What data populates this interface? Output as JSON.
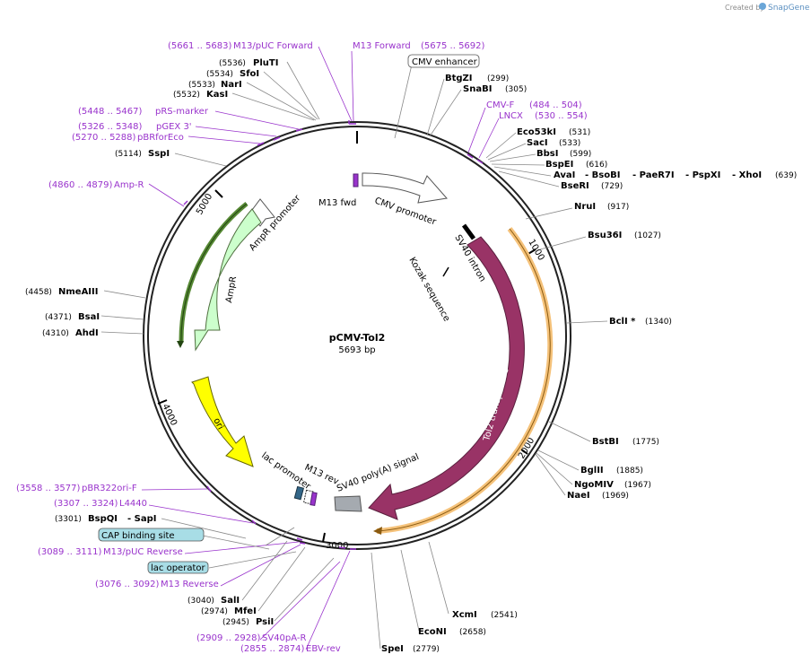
{
  "header": {
    "created_by": "Created by",
    "brand": "SnapGene"
  },
  "plasmid": {
    "name": "pCMV-Tol2",
    "size": "5693 bp",
    "total_bp": 5693
  },
  "colors": {
    "ring": "#222222",
    "primer": "#9933cc",
    "tol2": "#993366",
    "ori": "#ffff00",
    "ampr": "#ccffcc",
    "ampr_outline": "#558833",
    "orf_highlight": "#f5c27a"
  },
  "ticks": [
    "1000",
    "2000",
    "3000",
    "4000",
    "5000"
  ],
  "features": {
    "cmv_promoter": "CMV promoter",
    "sv40_intron": "SV40 intron",
    "kozak": "Kozak sequence",
    "tol2": "Tol2 transposase",
    "sv40_polya": "SV40 poly(A) signal",
    "m13_rev": "M13 rev",
    "lac_promoter": "lac promoter",
    "ori": "ori",
    "ampr": "AmpR",
    "ampr_promoter": "AmpR promoter",
    "m13_fwd": "M13 fwd"
  },
  "sites": {
    "plu": {
      "pos": "(5536)",
      "name": "PluTI"
    },
    "sfo": {
      "pos": "(5534)",
      "name": "SfoI"
    },
    "nar": {
      "pos": "(5533)",
      "name": "NarI"
    },
    "kas": {
      "pos": "(5532)",
      "name": "KasI"
    },
    "ssp": {
      "pos": "(5114)",
      "name": "SspI"
    },
    "nme": {
      "pos": "(4458)",
      "name": "NmeAIII"
    },
    "bsa": {
      "pos": "(4371)",
      "name": "BsaI"
    },
    "ahd": {
      "pos": "(4310)",
      "name": "AhdI"
    },
    "bspqi": {
      "pos": "(3301)",
      "name": "BspQI",
      "extra": "- SapI"
    },
    "sal": {
      "pos": "(3040)",
      "name": "SalI"
    },
    "mfe": {
      "pos": "(2974)",
      "name": "MfeI"
    },
    "psi": {
      "pos": "(2945)",
      "name": "PsiI"
    },
    "btgz": {
      "name": "BtgZI",
      "pos": "(299)"
    },
    "snab": {
      "name": "SnaBI",
      "pos": "(305)"
    },
    "eco53": {
      "name": "Eco53kI",
      "pos": "(531)"
    },
    "sac": {
      "name": "SacI",
      "pos": "(533)"
    },
    "bbs": {
      "name": "BbsI",
      "pos": "(599)"
    },
    "bspe": {
      "name": "BspEI",
      "pos": "(616)"
    },
    "ava": {
      "name": "AvaI",
      "s2": "- BsoBI",
      "s3": "- PaeR7I",
      "s4": "- PspXI",
      "s5": "- XhoI",
      "pos": "(639)"
    },
    "bse": {
      "name": "BseRI",
      "pos": "(729)"
    },
    "nru": {
      "name": "NruI",
      "pos": "(917)"
    },
    "bsu": {
      "name": "Bsu36I",
      "pos": "(1027)"
    },
    "bcl": {
      "name": "BclI *",
      "pos": "(1340)"
    },
    "bstb": {
      "name": "BstBI",
      "pos": "(1775)"
    },
    "bgl": {
      "name": "BglII",
      "pos": "(1885)"
    },
    "ngo": {
      "name": "NgoMIV",
      "pos": "(1967)"
    },
    "nae": {
      "name": "NaeI",
      "pos": "(1969)"
    },
    "xcm": {
      "name": "XcmI",
      "pos": "(2541)"
    },
    "econ": {
      "name": "EcoNI",
      "pos": "(2658)"
    },
    "spe": {
      "name": "SpeI",
      "pos": "(2779)"
    }
  },
  "primers": {
    "m13puc_fwd": {
      "range": "(5661 .. 5683)",
      "name": "M13/pUC Forward"
    },
    "m13_fwd": {
      "name": "M13 Forward",
      "range": "(5675 .. 5692)"
    },
    "prs": {
      "range": "(5448 .. 5467)",
      "name": "pRS-marker"
    },
    "pgex": {
      "range": "(5326 .. 5348)",
      "name": "pGEX 3'"
    },
    "pbrfor": {
      "range": "(5270 .. 5288)",
      "name": "pBRforEco"
    },
    "ampr": {
      "range": "(4860 .. 4879)",
      "name": "Amp-R"
    },
    "cmvf": {
      "name": "CMV-F",
      "range": "(484 .. 504)"
    },
    "lncx": {
      "name": "LNCX",
      "range": "(530 .. 554)"
    },
    "pbr322": {
      "range": "(3558 .. 3577)",
      "name": "pBR322ori-F"
    },
    "l4440": {
      "range": "(3307 .. 3324)",
      "name": "L4440"
    },
    "m13puc_rev": {
      "range": "(3089 .. 3111)",
      "name": "M13/pUC Reverse"
    },
    "m13_rev": {
      "range": "(3076 .. 3092)",
      "name": "M13 Reverse"
    },
    "sv40pa": {
      "range": "(2909 .. 2928)",
      "name": "SV40pA-R"
    },
    "ebv": {
      "range": "(2855 .. 2874)",
      "name": "EBV-rev"
    }
  },
  "boxed": {
    "cmv_enhancer": "CMV enhancer",
    "cap": "CAP binding site",
    "lac_op": "lac operator"
  }
}
